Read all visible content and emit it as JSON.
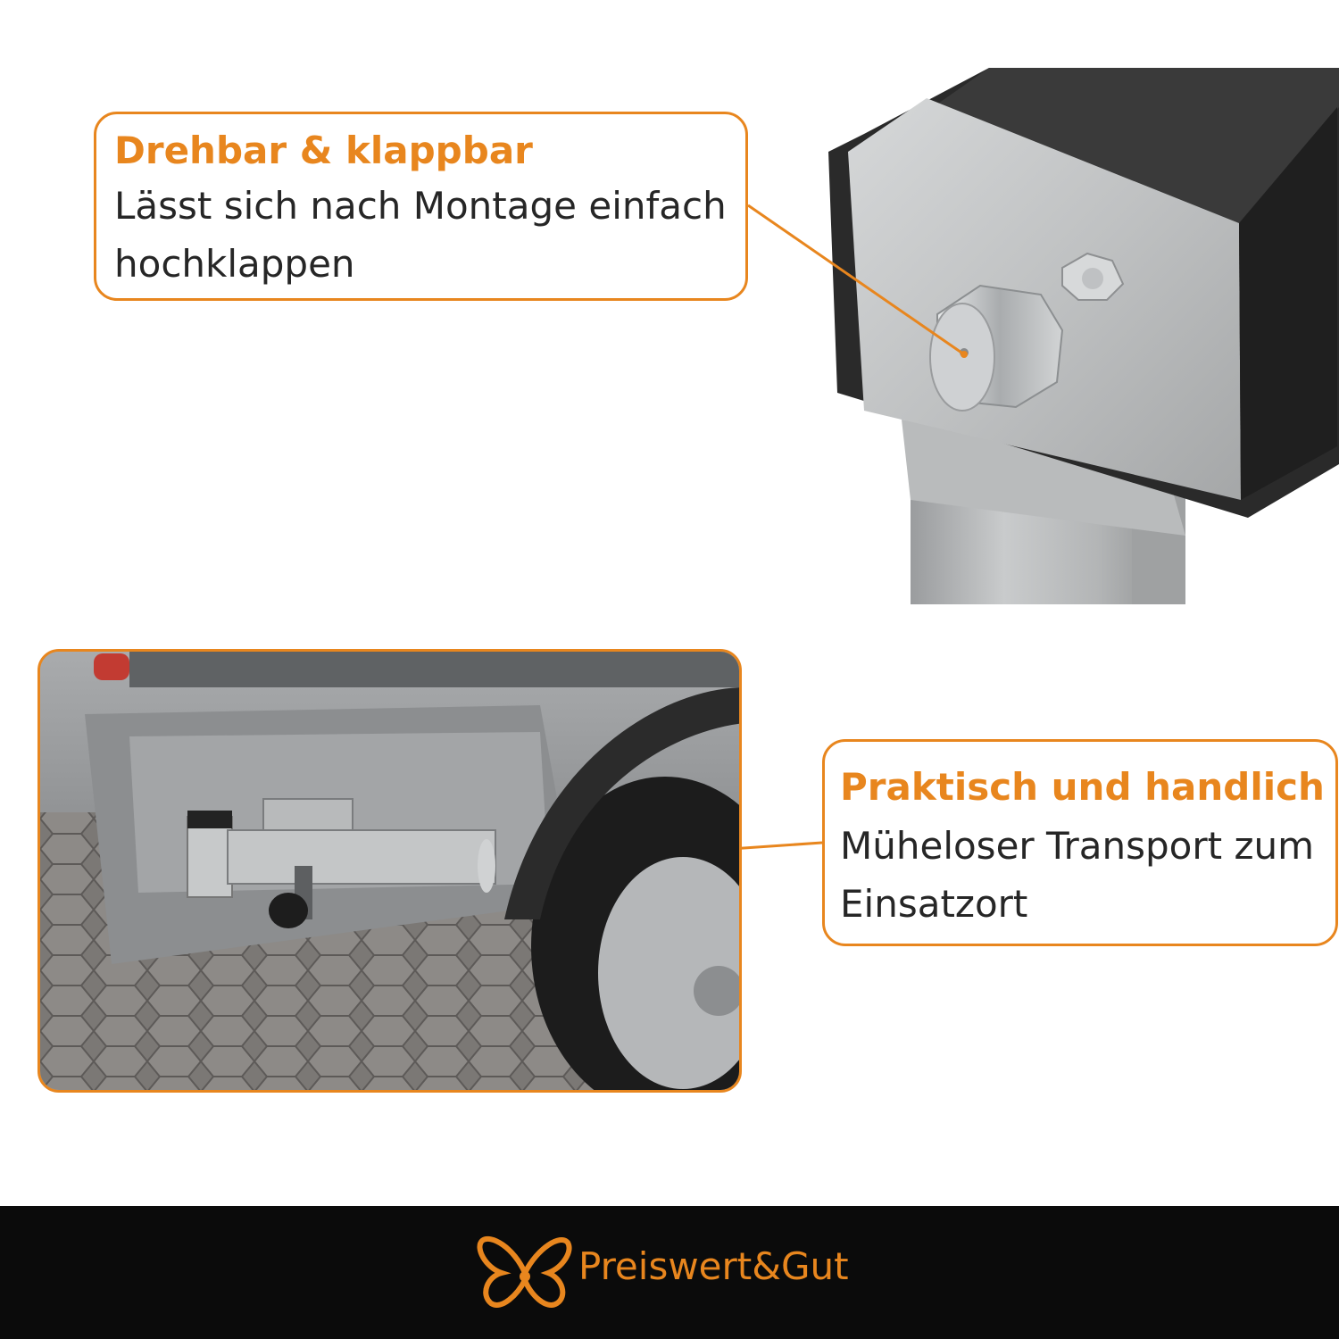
{
  "callouts": {
    "top": {
      "heading": "Drehbar & klappbar",
      "body": "Lässt sich nach Montage einfach hochklappen"
    },
    "bottom": {
      "heading": "Praktisch und handlich",
      "body": "Müheloser Transport zum Einsatzort"
    }
  },
  "footer": {
    "brand_name": "Preiswert&Gut",
    "logo_text": "Preiswert & Gut"
  },
  "colors": {
    "accent": "#E8861E",
    "footer_bg": "#0b0b0b",
    "text": "#262626"
  }
}
